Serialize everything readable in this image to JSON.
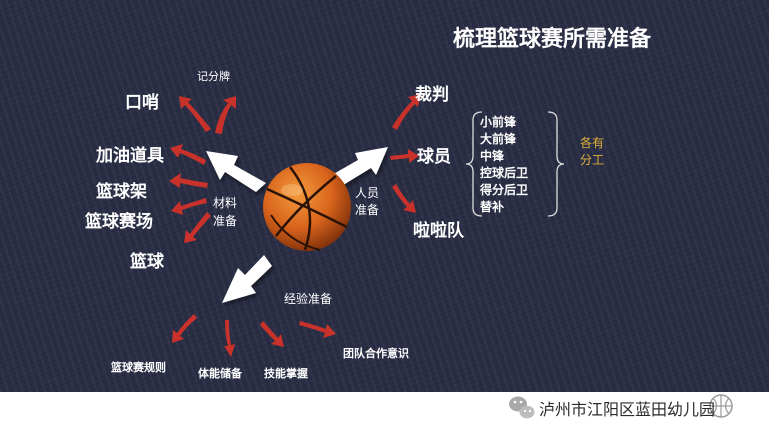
{
  "title": "梳理篮球赛所需准备",
  "center": {
    "label": "basketball-image"
  },
  "branches": {
    "materials": {
      "label_line1": "材料",
      "label_line2": "准备",
      "items": [
        "记分牌",
        "口哨",
        "加油道具",
        "篮球架",
        "篮球赛场",
        "篮球"
      ]
    },
    "people": {
      "label_line1": "人员",
      "label_line2": "准备",
      "items": [
        "裁判",
        "球员",
        "啦啦队"
      ],
      "player_roles": [
        "小前锋",
        "大前锋",
        "中锋",
        "控球后卫",
        "得分后卫",
        "替补"
      ],
      "roles_note_line1": "各有",
      "roles_note_line2": "分工"
    },
    "experience": {
      "label": "经验准备",
      "items": [
        "篮球赛规则",
        "体能储备",
        "技能掌握",
        "团队合作意识"
      ]
    }
  },
  "colors": {
    "background": "#2a2e45",
    "text": "#ffffff",
    "arrow_small": "#c8322a",
    "arrow_big": "#ffffff",
    "note": "#e0b13a"
  },
  "watermark": {
    "icon": "wechat-icon",
    "text": "泸州市江阳区蓝田幼儿园"
  }
}
